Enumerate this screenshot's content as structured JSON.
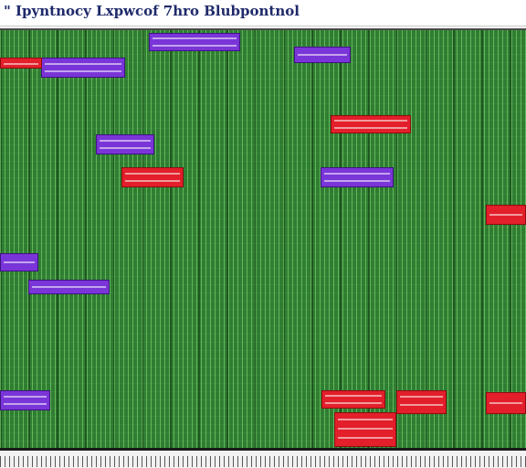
{
  "window": {
    "title": "\" Ipyntnocy Lxpwcof 7hro Blubpontnol"
  },
  "colors": {
    "grid_background": "#2f7d32",
    "red_block": "#e21f2a",
    "purple_block": "#7a35d8"
  },
  "blocks": [
    {
      "name": "purple-block-top-center",
      "kind": "purple"
    },
    {
      "name": "purple-block-top-left",
      "kind": "purple"
    },
    {
      "name": "red-block-top-left",
      "kind": "red"
    },
    {
      "name": "purple-block-top-right",
      "kind": "purple"
    },
    {
      "name": "red-block-upper-right",
      "kind": "red"
    },
    {
      "name": "purple-block-mid-left",
      "kind": "purple"
    },
    {
      "name": "red-block-mid-left",
      "kind": "red"
    },
    {
      "name": "purple-block-mid-right",
      "kind": "purple"
    },
    {
      "name": "red-block-right-edge",
      "kind": "red"
    },
    {
      "name": "purple-block-left-edge",
      "kind": "purple"
    },
    {
      "name": "purple-block-lower-left",
      "kind": "purple"
    },
    {
      "name": "purple-block-bottom-left",
      "kind": "purple"
    },
    {
      "name": "red-block-bottom-center",
      "kind": "red"
    },
    {
      "name": "red-block-bottom-center-right",
      "kind": "red"
    },
    {
      "name": "red-block-bottom-right",
      "kind": "red"
    },
    {
      "name": "red-block-bottom-low",
      "kind": "red"
    }
  ]
}
